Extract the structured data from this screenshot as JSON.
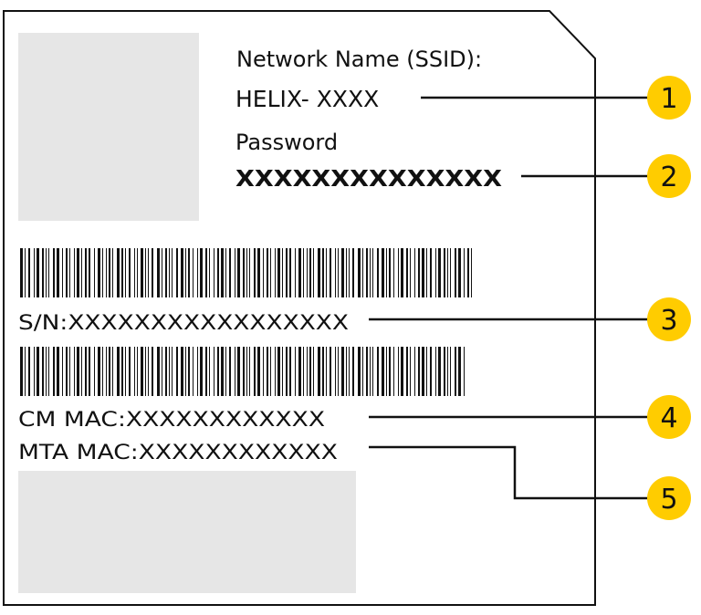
{
  "label": {
    "ssid_heading": "Network Name (SSID):",
    "ssid_value": "HELIX- XXXX",
    "password_heading": "Password",
    "password_value": "XXXXXXXXXXXXXX",
    "serial_number": "S/N:XXXXXXXXXXXXXXXXX",
    "cm_mac": "CM MAC:XXXXXXXXXXXX",
    "mta_mac": "MTA MAC:XXXXXXXXXXXX"
  },
  "callouts": [
    "1",
    "2",
    "3",
    "4",
    "5"
  ],
  "colors": {
    "callout_fill": "#FFCC00",
    "placeholder_fill": "#E6E6E6",
    "line": "#111111"
  }
}
